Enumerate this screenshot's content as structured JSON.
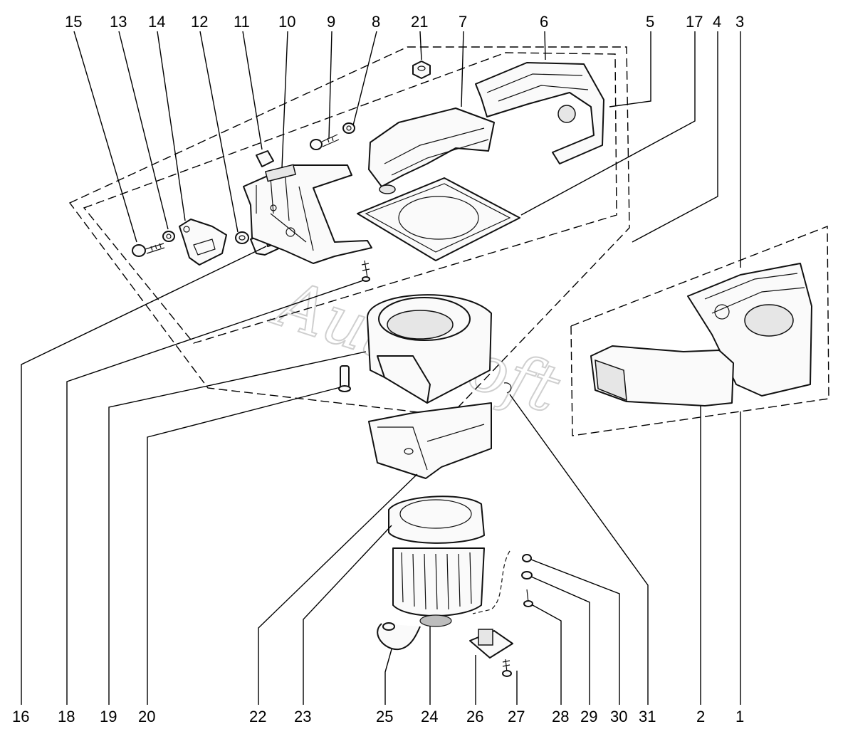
{
  "watermark": "AutoSoft",
  "callouts": [
    {
      "id": "c15",
      "label": "15"
    },
    {
      "id": "c13",
      "label": "13"
    },
    {
      "id": "c14",
      "label": "14"
    },
    {
      "id": "c12",
      "label": "12"
    },
    {
      "id": "c11",
      "label": "11"
    },
    {
      "id": "c10",
      "label": "10"
    },
    {
      "id": "c9",
      "label": "9"
    },
    {
      "id": "c8",
      "label": "8"
    },
    {
      "id": "c21",
      "label": "21"
    },
    {
      "id": "c7",
      "label": "7"
    },
    {
      "id": "c6",
      "label": "6"
    },
    {
      "id": "c5",
      "label": "5"
    },
    {
      "id": "c17",
      "label": "17"
    },
    {
      "id": "c4",
      "label": "4"
    },
    {
      "id": "c3",
      "label": "3"
    },
    {
      "id": "c16",
      "label": "16"
    },
    {
      "id": "c18",
      "label": "18"
    },
    {
      "id": "c19",
      "label": "19"
    },
    {
      "id": "c20",
      "label": "20"
    },
    {
      "id": "c22",
      "label": "22"
    },
    {
      "id": "c23",
      "label": "23"
    },
    {
      "id": "c25",
      "label": "25"
    },
    {
      "id": "c24",
      "label": "24"
    },
    {
      "id": "c26",
      "label": "26"
    },
    {
      "id": "c27",
      "label": "27"
    },
    {
      "id": "c28",
      "label": "28"
    },
    {
      "id": "c29",
      "label": "29"
    },
    {
      "id": "c30",
      "label": "30"
    },
    {
      "id": "c31",
      "label": "31"
    },
    {
      "id": "c2",
      "label": "2"
    },
    {
      "id": "c1",
      "label": "1"
    }
  ]
}
